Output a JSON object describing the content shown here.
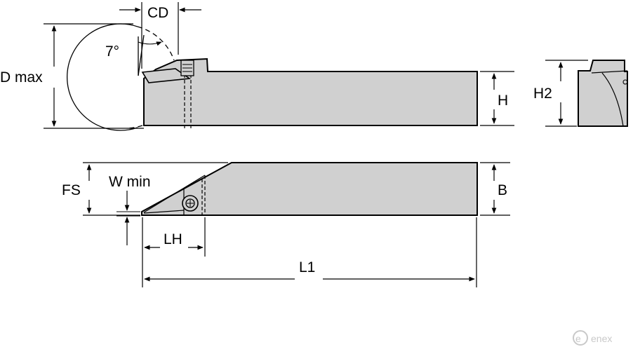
{
  "labels": {
    "d_max": "D max",
    "cd": "CD",
    "angle": "7°",
    "h": "H",
    "h2": "H2",
    "fs": "FS",
    "w_min": "W min",
    "b": "B",
    "lh": "LH",
    "l1": "L1"
  },
  "watermark": {
    "text": "enex"
  },
  "colors": {
    "body_fill": "#d0d0d0",
    "line": "#000000",
    "watermark": "#c9c9c9"
  }
}
